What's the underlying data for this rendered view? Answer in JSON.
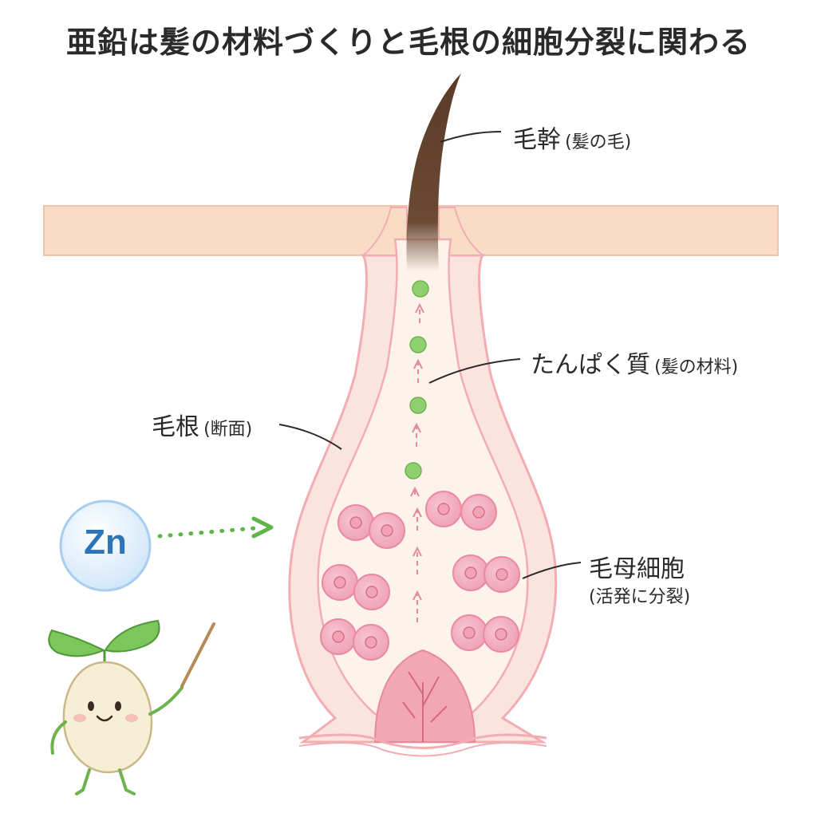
{
  "title": "亜鉛は髪の材料づくりと毛根の細胞分裂に関わる",
  "labels": {
    "hair_shaft": "毛幹",
    "hair_shaft_note": "(髪の毛)",
    "protein": "たんぱく質",
    "protein_note": "(髪の材料)",
    "hair_root": "毛根",
    "hair_root_note": "(断面)",
    "matrix_cells": "毛母細胞",
    "matrix_cells_note": "(活発に分裂)"
  },
  "zinc_badge": "Zn",
  "colors": {
    "skin": "#f8dcc6",
    "follicle_wall": "#f4b8bd",
    "follicle_inner": "#fdf3ea",
    "hair": "#6b4a34",
    "cell": "#ef9fb5",
    "protein_dot": "#8fd06e",
    "arrow_green": "#5fb54a",
    "zn_circle": "#d8ebfb"
  },
  "icons": [
    "zinc-ion-icon",
    "sprout-mascot-icon",
    "pointer-stick-icon"
  ]
}
